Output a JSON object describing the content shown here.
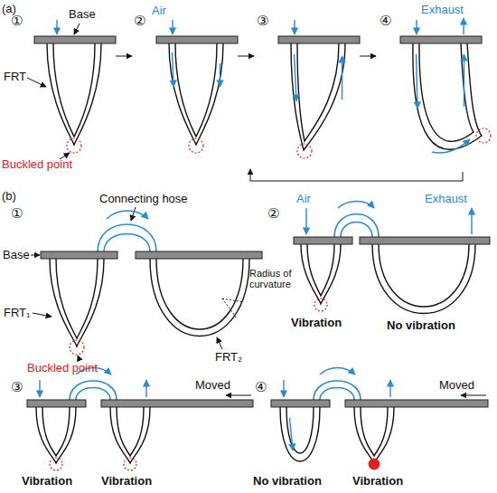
{
  "diagram": {
    "labels": [
      "(a)",
      "①",
      "Base",
      "FRT",
      "Buckled point",
      "②",
      "Air",
      "③",
      "④",
      "Exhaust",
      "(b)",
      "①",
      "Connecting hose",
      "Base",
      "FRT₁",
      "Radius of curvature",
      "FRT₂",
      "Buckled point",
      "②",
      "Air",
      "Exhaust",
      "Vibration",
      "No vibration",
      "③",
      "Moved",
      "Vibration",
      "Vibration",
      "④",
      "Moved",
      "No vibration",
      "Vibration"
    ]
  }
}
